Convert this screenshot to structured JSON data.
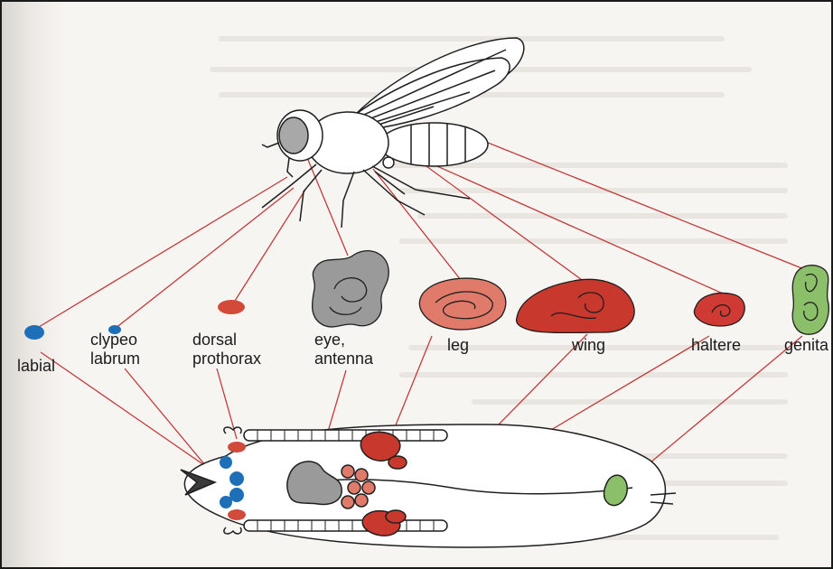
{
  "labels": {
    "labial": "labial",
    "clypeo_line1": "clypeo",
    "clypeo_line2": "labrum",
    "dorsal_line1": "dorsal",
    "dorsal_line2": "prothorax",
    "eye_line1": "eye,",
    "eye_line2": "antenna",
    "leg": "leg",
    "wing": "wing",
    "haltere": "haltere",
    "genital": "genita"
  },
  "colors": {
    "connector": "#c23b3b",
    "labial": "#1d6fb8",
    "clypeo": "#1d6fb8",
    "dorsal_prothorax": "#d14a3a",
    "eye_antenna": "#9a9a9a",
    "leg": "#e07a6a",
    "wing": "#c9382d",
    "haltere": "#d03a35",
    "genital": "#8cbf6a",
    "outline": "#1f1f1f"
  }
}
